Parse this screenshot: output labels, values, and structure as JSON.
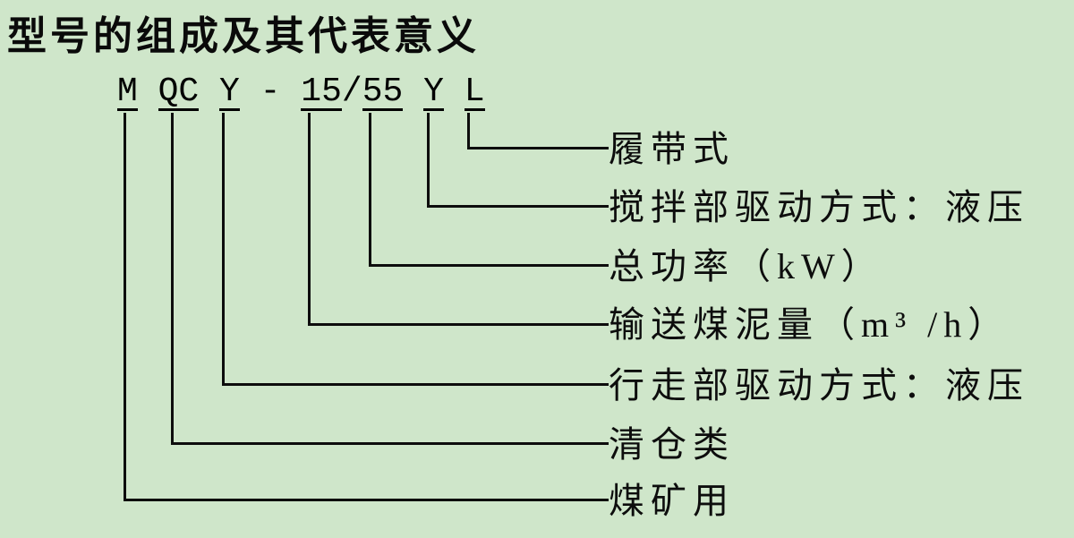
{
  "title": "型号的组成及其代表意义",
  "colors": {
    "background": "#cfe6ca",
    "text": "#000000",
    "line": "#0d0d0d"
  },
  "model_code": {
    "full": "M QC Y - 15/55 Y L",
    "segments": [
      {
        "text": "M",
        "underlined": true
      },
      {
        "text": " ",
        "underlined": false
      },
      {
        "text": "QC",
        "underlined": true
      },
      {
        "text": " ",
        "underlined": false
      },
      {
        "text": "Y",
        "underlined": true
      },
      {
        "text": " ",
        "underlined": false
      },
      {
        "text": "-",
        "underlined": false
      },
      {
        "text": " ",
        "underlined": false
      },
      {
        "text": "15",
        "underlined": true
      },
      {
        "text": "/",
        "underlined": false
      },
      {
        "text": "55",
        "underlined": true
      },
      {
        "text": " ",
        "underlined": false
      },
      {
        "text": "Y",
        "underlined": true
      },
      {
        "text": " ",
        "underlined": false
      },
      {
        "text": "L",
        "underlined": true
      }
    ]
  },
  "legend": [
    {
      "code": "L",
      "meaning": "履带式"
    },
    {
      "code": "Y",
      "meaning": "搅拌部驱动方式：液压"
    },
    {
      "code": "55",
      "meaning": "总功率（kW）"
    },
    {
      "code": "15",
      "meaning": "输送煤泥量（m³ /h）"
    },
    {
      "code": "Y",
      "meaning": "行走部驱动方式：液压"
    },
    {
      "code": "QC",
      "meaning": "清仓类"
    },
    {
      "code": "M",
      "meaning": "煤矿用"
    }
  ]
}
